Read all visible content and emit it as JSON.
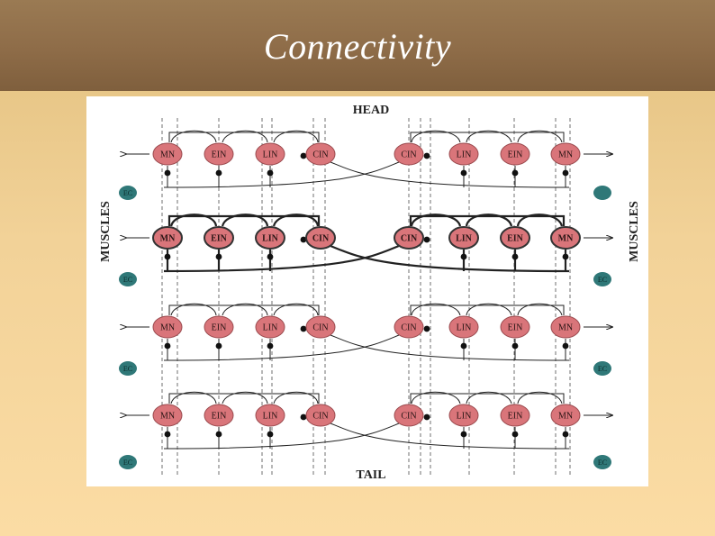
{
  "slide": {
    "title": "Connectivity"
  },
  "diagram": {
    "top_label": "HEAD",
    "bottom_label": "TAIL",
    "side_label": "MUSCLES",
    "left_neurons": [
      "MN",
      "EIN",
      "LIN",
      "CIN"
    ],
    "right_neurons": [
      "CIN",
      "LIN",
      "EIN",
      "MN"
    ],
    "segments": [
      {
        "left_ec": "EC",
        "right_ec": ""
      },
      {
        "left_ec": "EC",
        "right_ec": "EC"
      },
      {
        "left_ec": "EC",
        "right_ec": "EC"
      },
      {
        "left_ec": "EC",
        "right_ec": "EC"
      }
    ],
    "highlighted_segment": 1,
    "colors": {
      "neuron_fill": "#d9757a",
      "neuron_stroke": "#9a4a4e",
      "ec_fill": "#2f7878",
      "line": "#222222"
    }
  }
}
